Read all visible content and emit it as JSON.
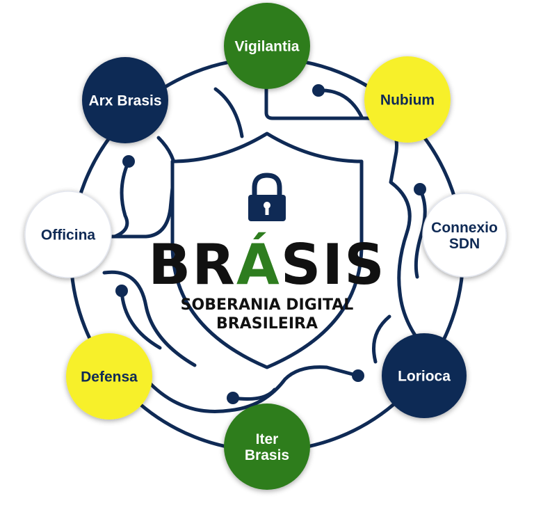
{
  "colors": {
    "navy": "#0f2a55",
    "green": "#2e7d1f",
    "yellow": "#f7f02a",
    "white": "#ffffff",
    "black": "#111111",
    "accent_green": "#3a9a2a",
    "accent_yellow": "#f2c200"
  },
  "icons": {
    "center": "lock-icon",
    "frame": "shield-icon"
  },
  "center": {
    "brand": "BRÁSIS",
    "brand_parts": {
      "before": "BR",
      "accent_letter": "Á",
      "after": "SIS"
    },
    "tagline_line1": "SOBERANIA DIGITAL",
    "tagline_line2": "BRASILEIRA"
  },
  "nodes": [
    {
      "id": "vigilantia",
      "lines": [
        "Vigilantia"
      ],
      "fill": "green",
      "text": "white"
    },
    {
      "id": "nubium",
      "lines": [
        "Nubium"
      ],
      "fill": "yellow",
      "text": "navy"
    },
    {
      "id": "connexio-sdn",
      "lines": [
        "Connexio",
        "SDN"
      ],
      "fill": "white",
      "text": "navy"
    },
    {
      "id": "lorioca",
      "lines": [
        "Lorioca"
      ],
      "fill": "navy",
      "text": "white"
    },
    {
      "id": "iter-brasis",
      "lines": [
        "Iter",
        "Brasis"
      ],
      "fill": "green",
      "text": "white"
    },
    {
      "id": "defensa",
      "lines": [
        "Defensa"
      ],
      "fill": "yellow",
      "text": "navy"
    },
    {
      "id": "officina",
      "lines": [
        "Officina"
      ],
      "fill": "white",
      "text": "navy"
    },
    {
      "id": "arx-brasis",
      "lines": [
        "Arx Brasis"
      ],
      "fill": "navy",
      "text": "white"
    }
  ]
}
